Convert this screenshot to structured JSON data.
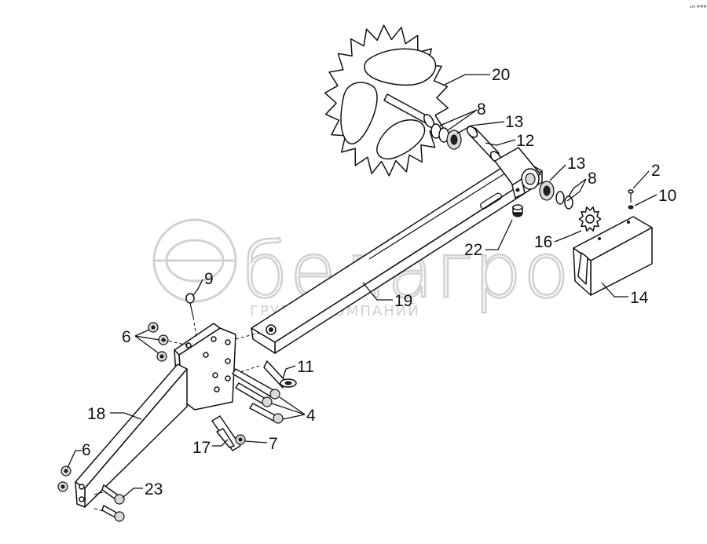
{
  "watermark": {
    "brand": "белагро",
    "tagline": "ГРУППА КОМПАНИЙ"
  },
  "corner_mark": "s/n ###",
  "callouts": [
    {
      "id": "c2",
      "text": "2"
    },
    {
      "id": "c10",
      "text": "10"
    },
    {
      "id": "c20",
      "text": "20"
    },
    {
      "id": "c8a",
      "text": "8"
    },
    {
      "id": "c13a",
      "text": "13"
    },
    {
      "id": "c12",
      "text": "12"
    },
    {
      "id": "c13b",
      "text": "13"
    },
    {
      "id": "c8b",
      "text": "8"
    },
    {
      "id": "c16",
      "text": "16"
    },
    {
      "id": "c22",
      "text": "22"
    },
    {
      "id": "c14",
      "text": "14"
    },
    {
      "id": "c19",
      "text": "19"
    },
    {
      "id": "c9",
      "text": "9"
    },
    {
      "id": "c6a",
      "text": "6"
    },
    {
      "id": "c11",
      "text": "11"
    },
    {
      "id": "c4",
      "text": "4"
    },
    {
      "id": "c18",
      "text": "18"
    },
    {
      "id": "c7",
      "text": "7"
    },
    {
      "id": "c17",
      "text": "17"
    },
    {
      "id": "c6b",
      "text": "6"
    },
    {
      "id": "c23",
      "text": "23"
    }
  ]
}
